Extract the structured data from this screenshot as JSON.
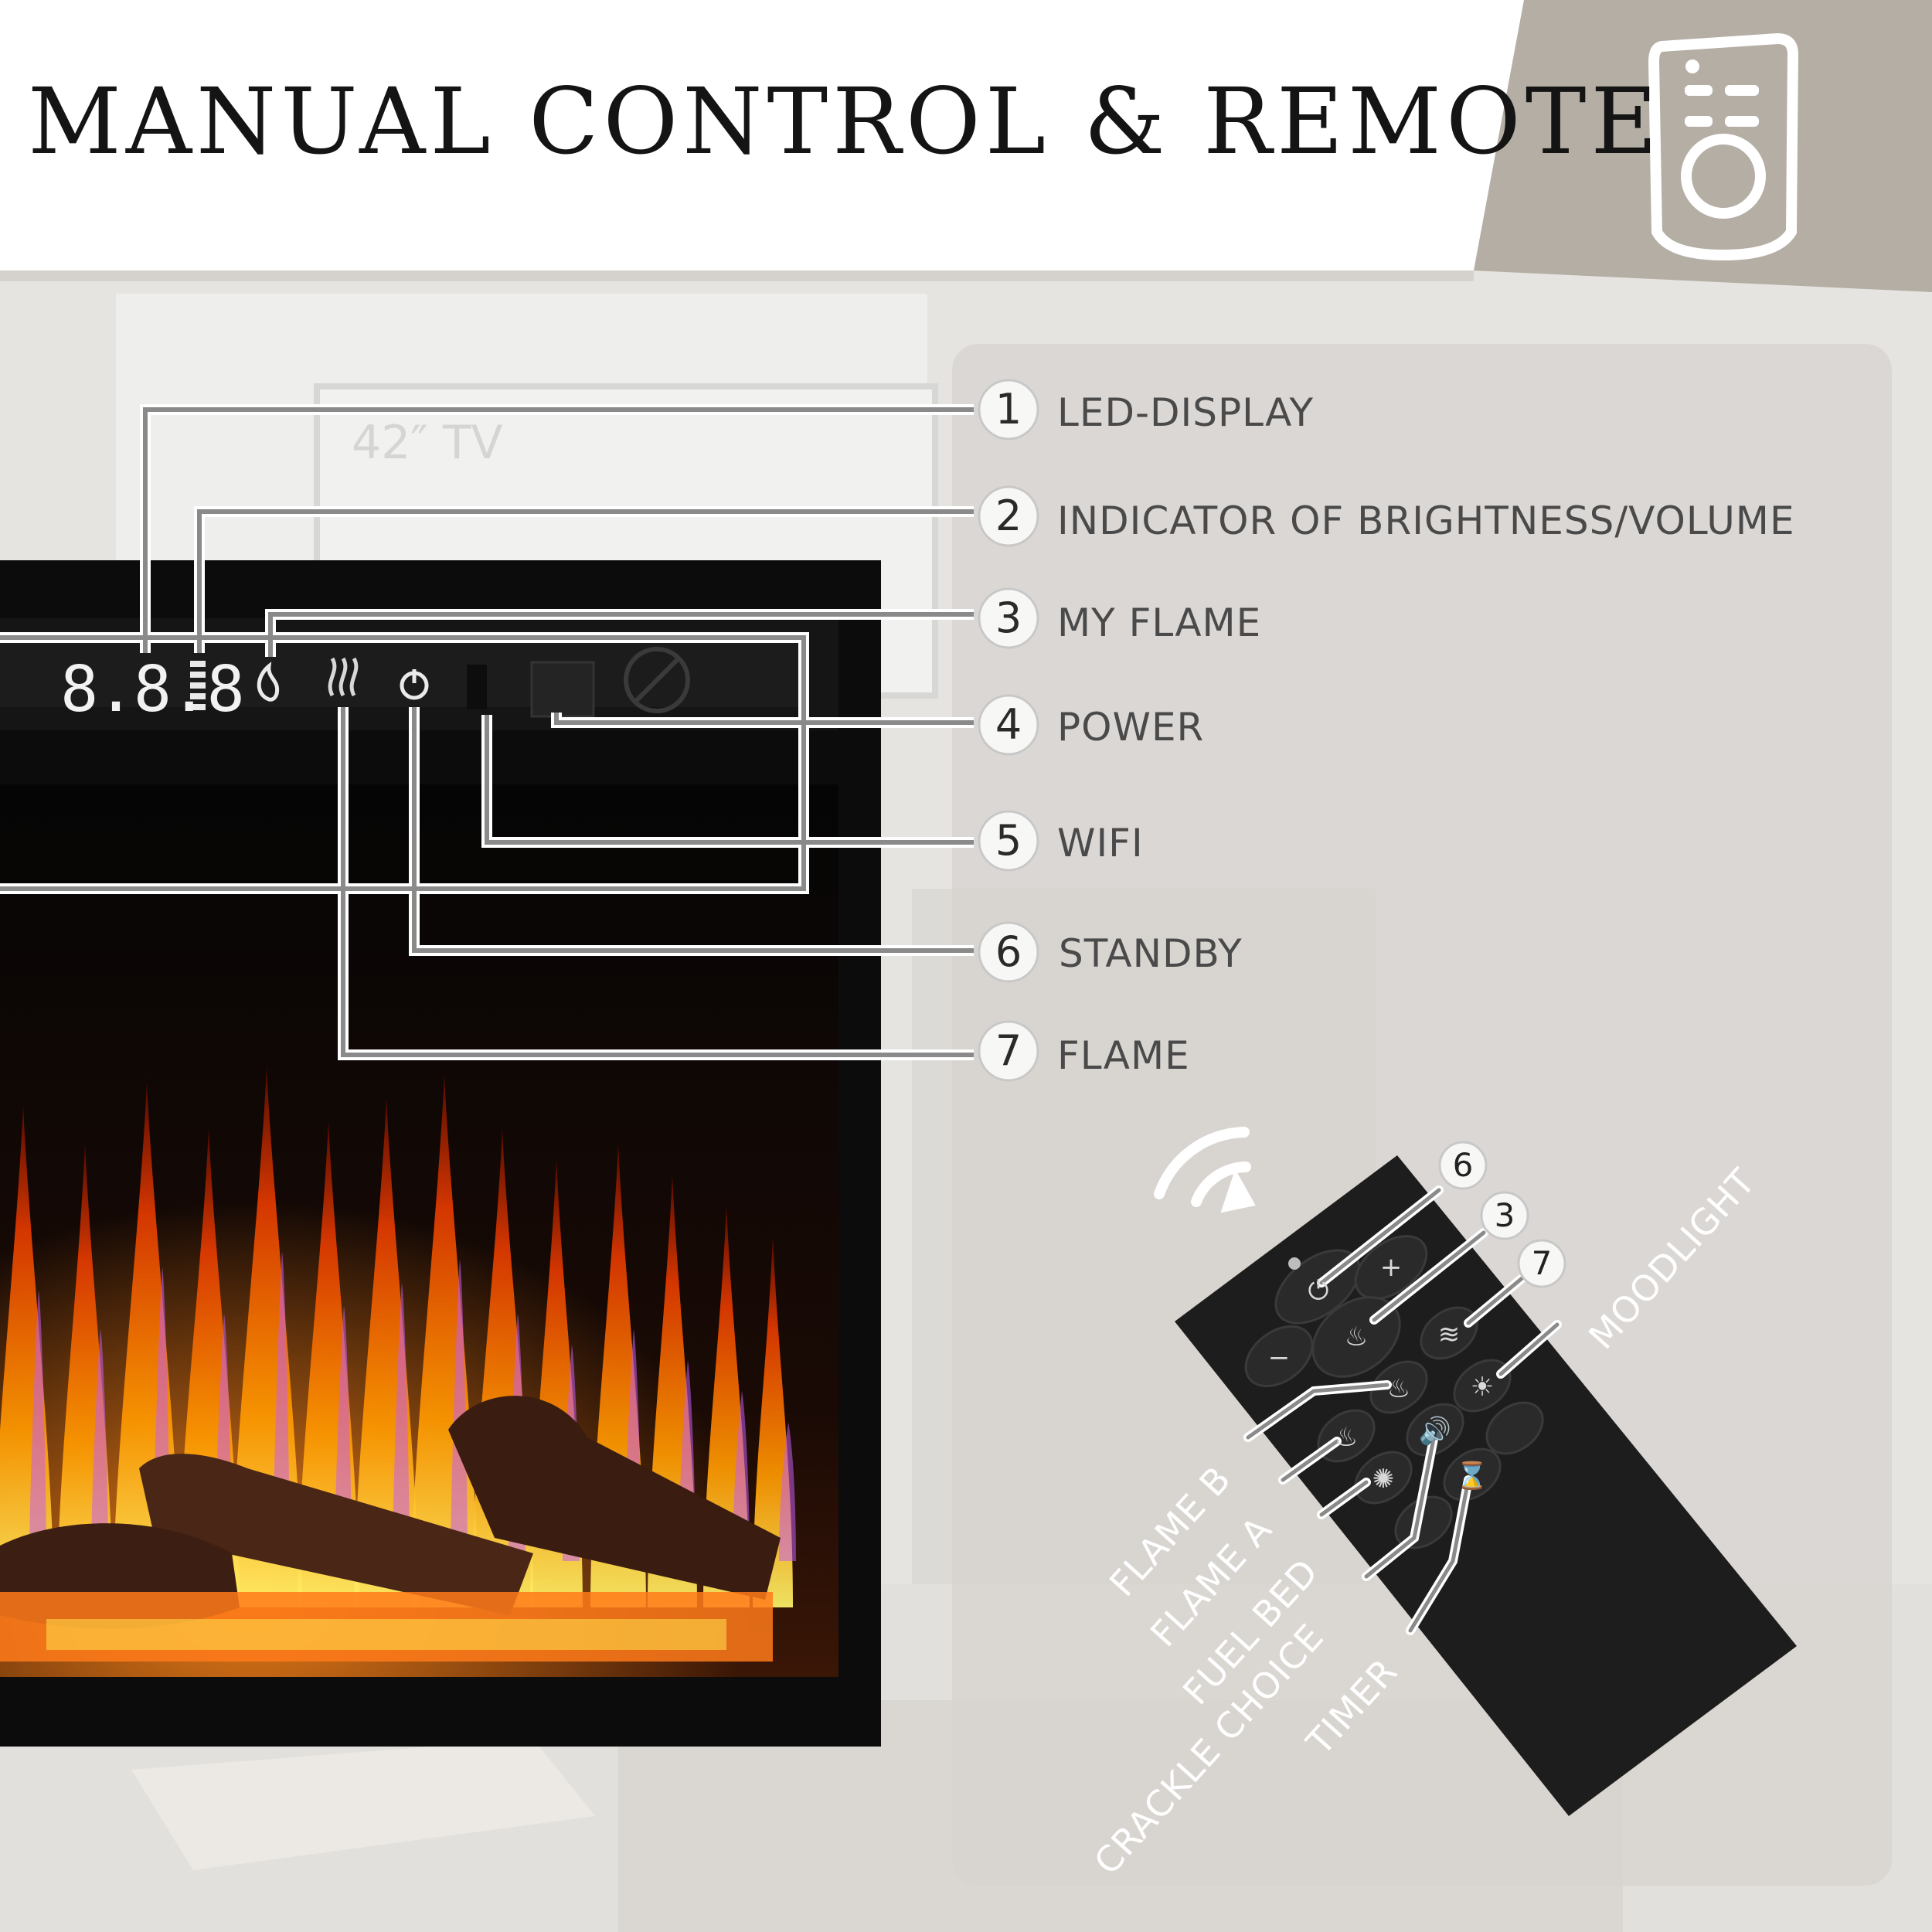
{
  "header": {
    "title": "MANUAL CONTROL & REMOTE",
    "icon": "remote-control-icon"
  },
  "background": {
    "tv_label": "42″ TV"
  },
  "panel": {
    "led_display": "8.8.8"
  },
  "legend": {
    "items": [
      {
        "number": "1",
        "label": "LED-DISPLAY"
      },
      {
        "number": "2",
        "label": "INDICATOR OF BRIGHTNESS/VOLUME"
      },
      {
        "number": "3",
        "label": "MY FLAME"
      },
      {
        "number": "4",
        "label": "POWER"
      },
      {
        "number": "5",
        "label": "WIFI"
      },
      {
        "number": "6",
        "label": "STANDBY"
      },
      {
        "number": "7",
        "label": "FLAME"
      }
    ]
  },
  "remote": {
    "callout_numbers": [
      "6",
      "3",
      "7"
    ],
    "labels": {
      "moodlight": "MOODLIGHT",
      "flame_b": "FLAME B",
      "flame_a": "FLAME A",
      "fuel_bed": "FUEL BED",
      "crackle_choice": "CRACKLE CHOICE",
      "timer": "TIMER"
    }
  },
  "colors": {
    "header_band": "#ffffff",
    "header_accent": "#b4aea4",
    "legend_panel": "#d7d4cf",
    "line": "#8a8a8a",
    "fireplace_frame": "#0c0c0c"
  }
}
